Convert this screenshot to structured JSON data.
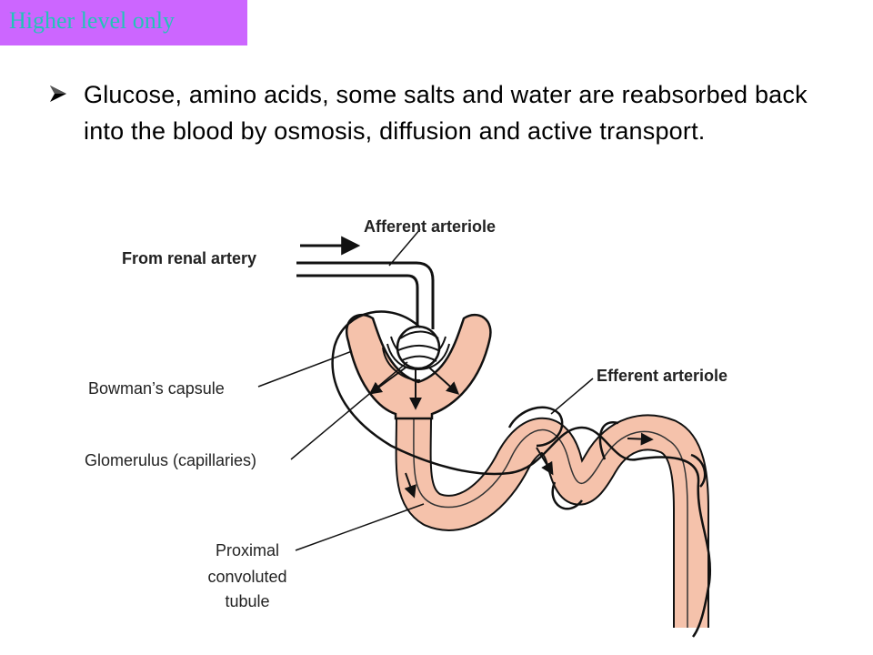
{
  "badge": {
    "text": "Higher level only"
  },
  "bullet": {
    "text": "Glucose, amino acids, some salts and water are reabsorbed back into the blood by osmosis, diffusion and active transport."
  },
  "diagram": {
    "labels": {
      "afferent_arteriole": "Afferent arteriole",
      "from_renal_artery": "From renal artery",
      "bowmans_capsule": "Bowman’s capsule",
      "efferent_arteriole": "Efferent arteriole",
      "glomerulus": "Glomerulus (capillaries)",
      "proximal_line1": "Proximal",
      "proximal_line2": "convoluted",
      "proximal_line3": "tubule"
    },
    "colors": {
      "tubule_fill": "#f5c2ab",
      "outline": "#111111",
      "badge_bg": "#cc66ff",
      "badge_text": "#22c4b8"
    }
  }
}
